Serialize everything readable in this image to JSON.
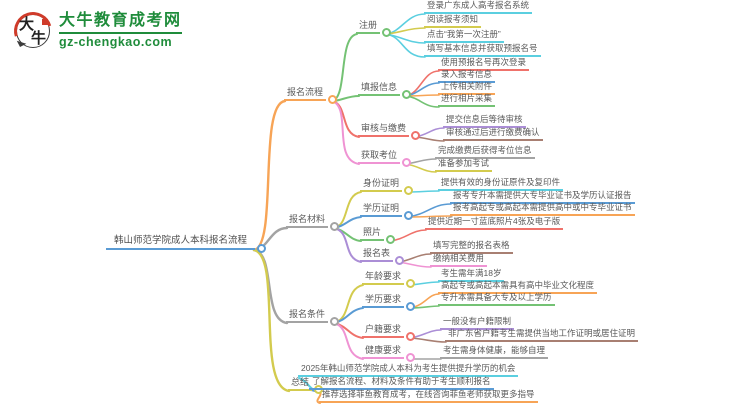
{
  "logo": {
    "seal_char_1": "大",
    "seal_char_2": "牛",
    "site_name": "大牛教育成考网",
    "site_url": "gz-chengkao.com"
  },
  "colors": {
    "brand-green": "#1f8c3b",
    "seal-red": "#cf3b2a",
    "blue": "#5a9bd4",
    "cyan": "#5bcfe0",
    "green": "#74c274",
    "orange": "#f7a456",
    "red": "#ef726b",
    "yellow": "#d3cb4e",
    "purple": "#ab8ed6",
    "pink": "#ef93d3",
    "brown": "#a87f72",
    "gray": "#a3a3a3"
  },
  "mindmap": {
    "root": {
      "label": "韩山师范学院成人本科报名流程"
    },
    "branches": [
      {
        "label": "报名流程",
        "children": [
          {
            "label": "注册",
            "children": [
              {
                "label": "登录广东成人高考报名系统"
              },
              {
                "label": "阅读报考须知"
              },
              {
                "label": "点击“我第一次注册”"
              },
              {
                "label": "填写基本信息并获取预报名号"
              }
            ]
          },
          {
            "label": "填报信息",
            "children": [
              {
                "label": "使用预报名号再次登录"
              },
              {
                "label": "录入报考信息"
              },
              {
                "label": "上传相关附件"
              },
              {
                "label": "进行相片采集"
              }
            ]
          },
          {
            "label": "审核与缴费",
            "children": [
              {
                "label": "提交信息后等待审核"
              },
              {
                "label": "审核通过后进行缴费确认"
              }
            ]
          },
          {
            "label": "获取考位",
            "children": [
              {
                "label": "完成缴费后获得考位信息"
              },
              {
                "label": "准备参加考试"
              }
            ]
          }
        ]
      },
      {
        "label": "报名材料",
        "children": [
          {
            "label": "身份证明",
            "children": [
              {
                "label": "提供有效的身份证原件及复印件"
              }
            ]
          },
          {
            "label": "学历证明",
            "children": [
              {
                "label": "报考专升本需提供大专毕业证书及学历认证报告"
              },
              {
                "label": "报考高起专或高起本需提供高中或中专毕业证书"
              }
            ]
          },
          {
            "label": "照片",
            "children": [
              {
                "label": "提供近期一寸蓝底照片4张及电子版"
              }
            ]
          },
          {
            "label": "报名表",
            "children": [
              {
                "label": "填写完整的报名表格"
              },
              {
                "label": "缴纳相关费用"
              }
            ]
          }
        ]
      },
      {
        "label": "报名条件",
        "children": [
          {
            "label": "年龄要求",
            "children": [
              {
                "label": "考生需年满18岁"
              }
            ]
          },
          {
            "label": "学历要求",
            "children": [
              {
                "label": "高起专或高起本需具有高中毕业文化程度"
              },
              {
                "label": "专升本需具备大专及以上学历"
              }
            ]
          },
          {
            "label": "户籍要求",
            "children": [
              {
                "label": "一般没有户籍限制"
              },
              {
                "label": "非广东省户籍考生需提供当地工作证明或居住证明"
              }
            ]
          },
          {
            "label": "健康要求",
            "children": [
              {
                "label": "考生需身体健康，能够自理"
              }
            ]
          }
        ]
      },
      {
        "label": "总结",
        "children": [
          {
            "label": "2025年韩山师范学院成人本科为考生提供提升学历的机会"
          },
          {
            "label": "了解报名流程、材料及条件有助于考生顺利报名"
          },
          {
            "label": "推荐选择菲鱼教育成考，在线咨询菲鱼老师获取更多指导"
          }
        ]
      }
    ]
  }
}
